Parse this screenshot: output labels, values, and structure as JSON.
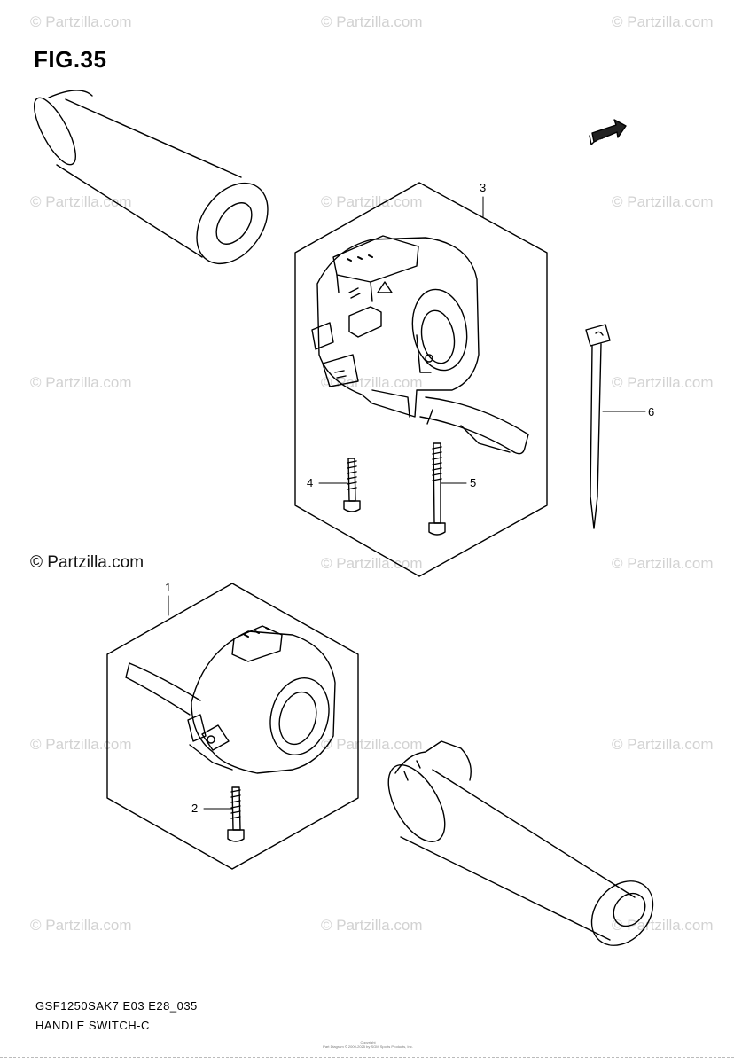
{
  "figure": {
    "title": "FIG.35"
  },
  "brand": {
    "text": "© Partzilla.com"
  },
  "watermark": {
    "text": "© Partzilla.com"
  },
  "direction": {
    "label": "FWD"
  },
  "callouts": [
    "1",
    "2",
    "3",
    "4",
    "5",
    "6"
  ],
  "footer": {
    "code": "GSF1250SAK7 E03 E28_035",
    "caption": "HANDLE SWITCH-C",
    "copyright_line1": "Copyright",
    "copyright_line2": "Part Diagram © 2000-2025 by SGM Sports Products, Inc."
  }
}
